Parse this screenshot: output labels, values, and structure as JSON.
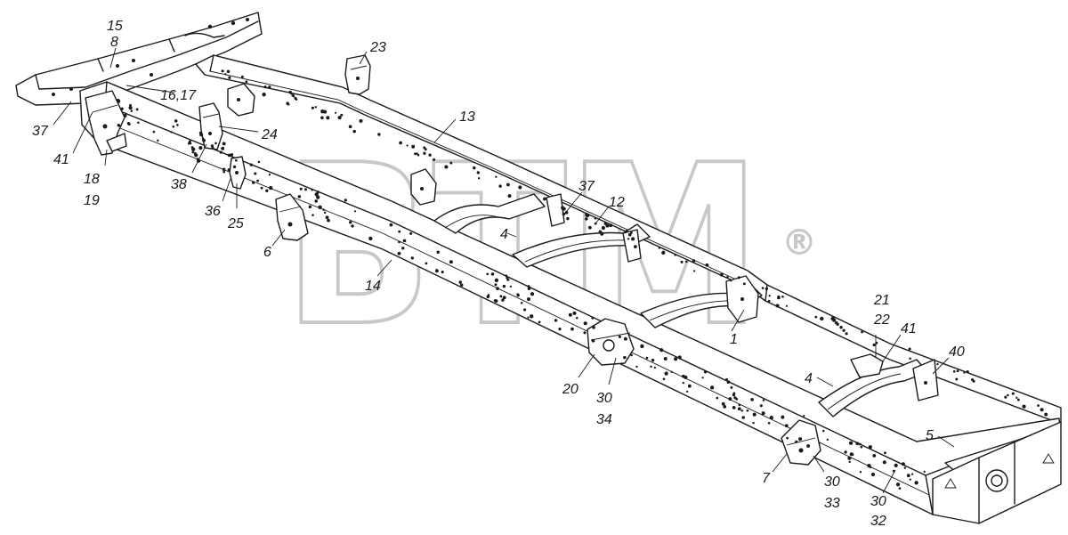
{
  "watermark": {
    "text": "BTM",
    "registered_mark": "®",
    "color": "#c8c8c8"
  },
  "callouts": [
    {
      "id": "15",
      "text": "15"
    },
    {
      "id": "8",
      "text": "8"
    },
    {
      "id": "23",
      "text": "23"
    },
    {
      "id": "16_17",
      "text": "16,17"
    },
    {
      "id": "37a",
      "text": "37"
    },
    {
      "id": "41a",
      "text": "41"
    },
    {
      "id": "18",
      "text": "18"
    },
    {
      "id": "19",
      "text": "19"
    },
    {
      "id": "24",
      "text": "24"
    },
    {
      "id": "13",
      "text": "13"
    },
    {
      "id": "38",
      "text": "38"
    },
    {
      "id": "36",
      "text": "36"
    },
    {
      "id": "25",
      "text": "25"
    },
    {
      "id": "6",
      "text": "6"
    },
    {
      "id": "37b",
      "text": "37"
    },
    {
      "id": "12",
      "text": "12"
    },
    {
      "id": "4a",
      "text": "4"
    },
    {
      "id": "14",
      "text": "14"
    },
    {
      "id": "1",
      "text": "1"
    },
    {
      "id": "21",
      "text": "21"
    },
    {
      "id": "22",
      "text": "22"
    },
    {
      "id": "41b",
      "text": "41"
    },
    {
      "id": "40",
      "text": "40"
    },
    {
      "id": "4b",
      "text": "4"
    },
    {
      "id": "20",
      "text": "20"
    },
    {
      "id": "30a",
      "text": "30"
    },
    {
      "id": "34",
      "text": "34"
    },
    {
      "id": "5",
      "text": "5"
    },
    {
      "id": "7",
      "text": "7"
    },
    {
      "id": "30b",
      "text": "30"
    },
    {
      "id": "33",
      "text": "33"
    },
    {
      "id": "30c",
      "text": "30"
    },
    {
      "id": "32",
      "text": "32"
    }
  ]
}
